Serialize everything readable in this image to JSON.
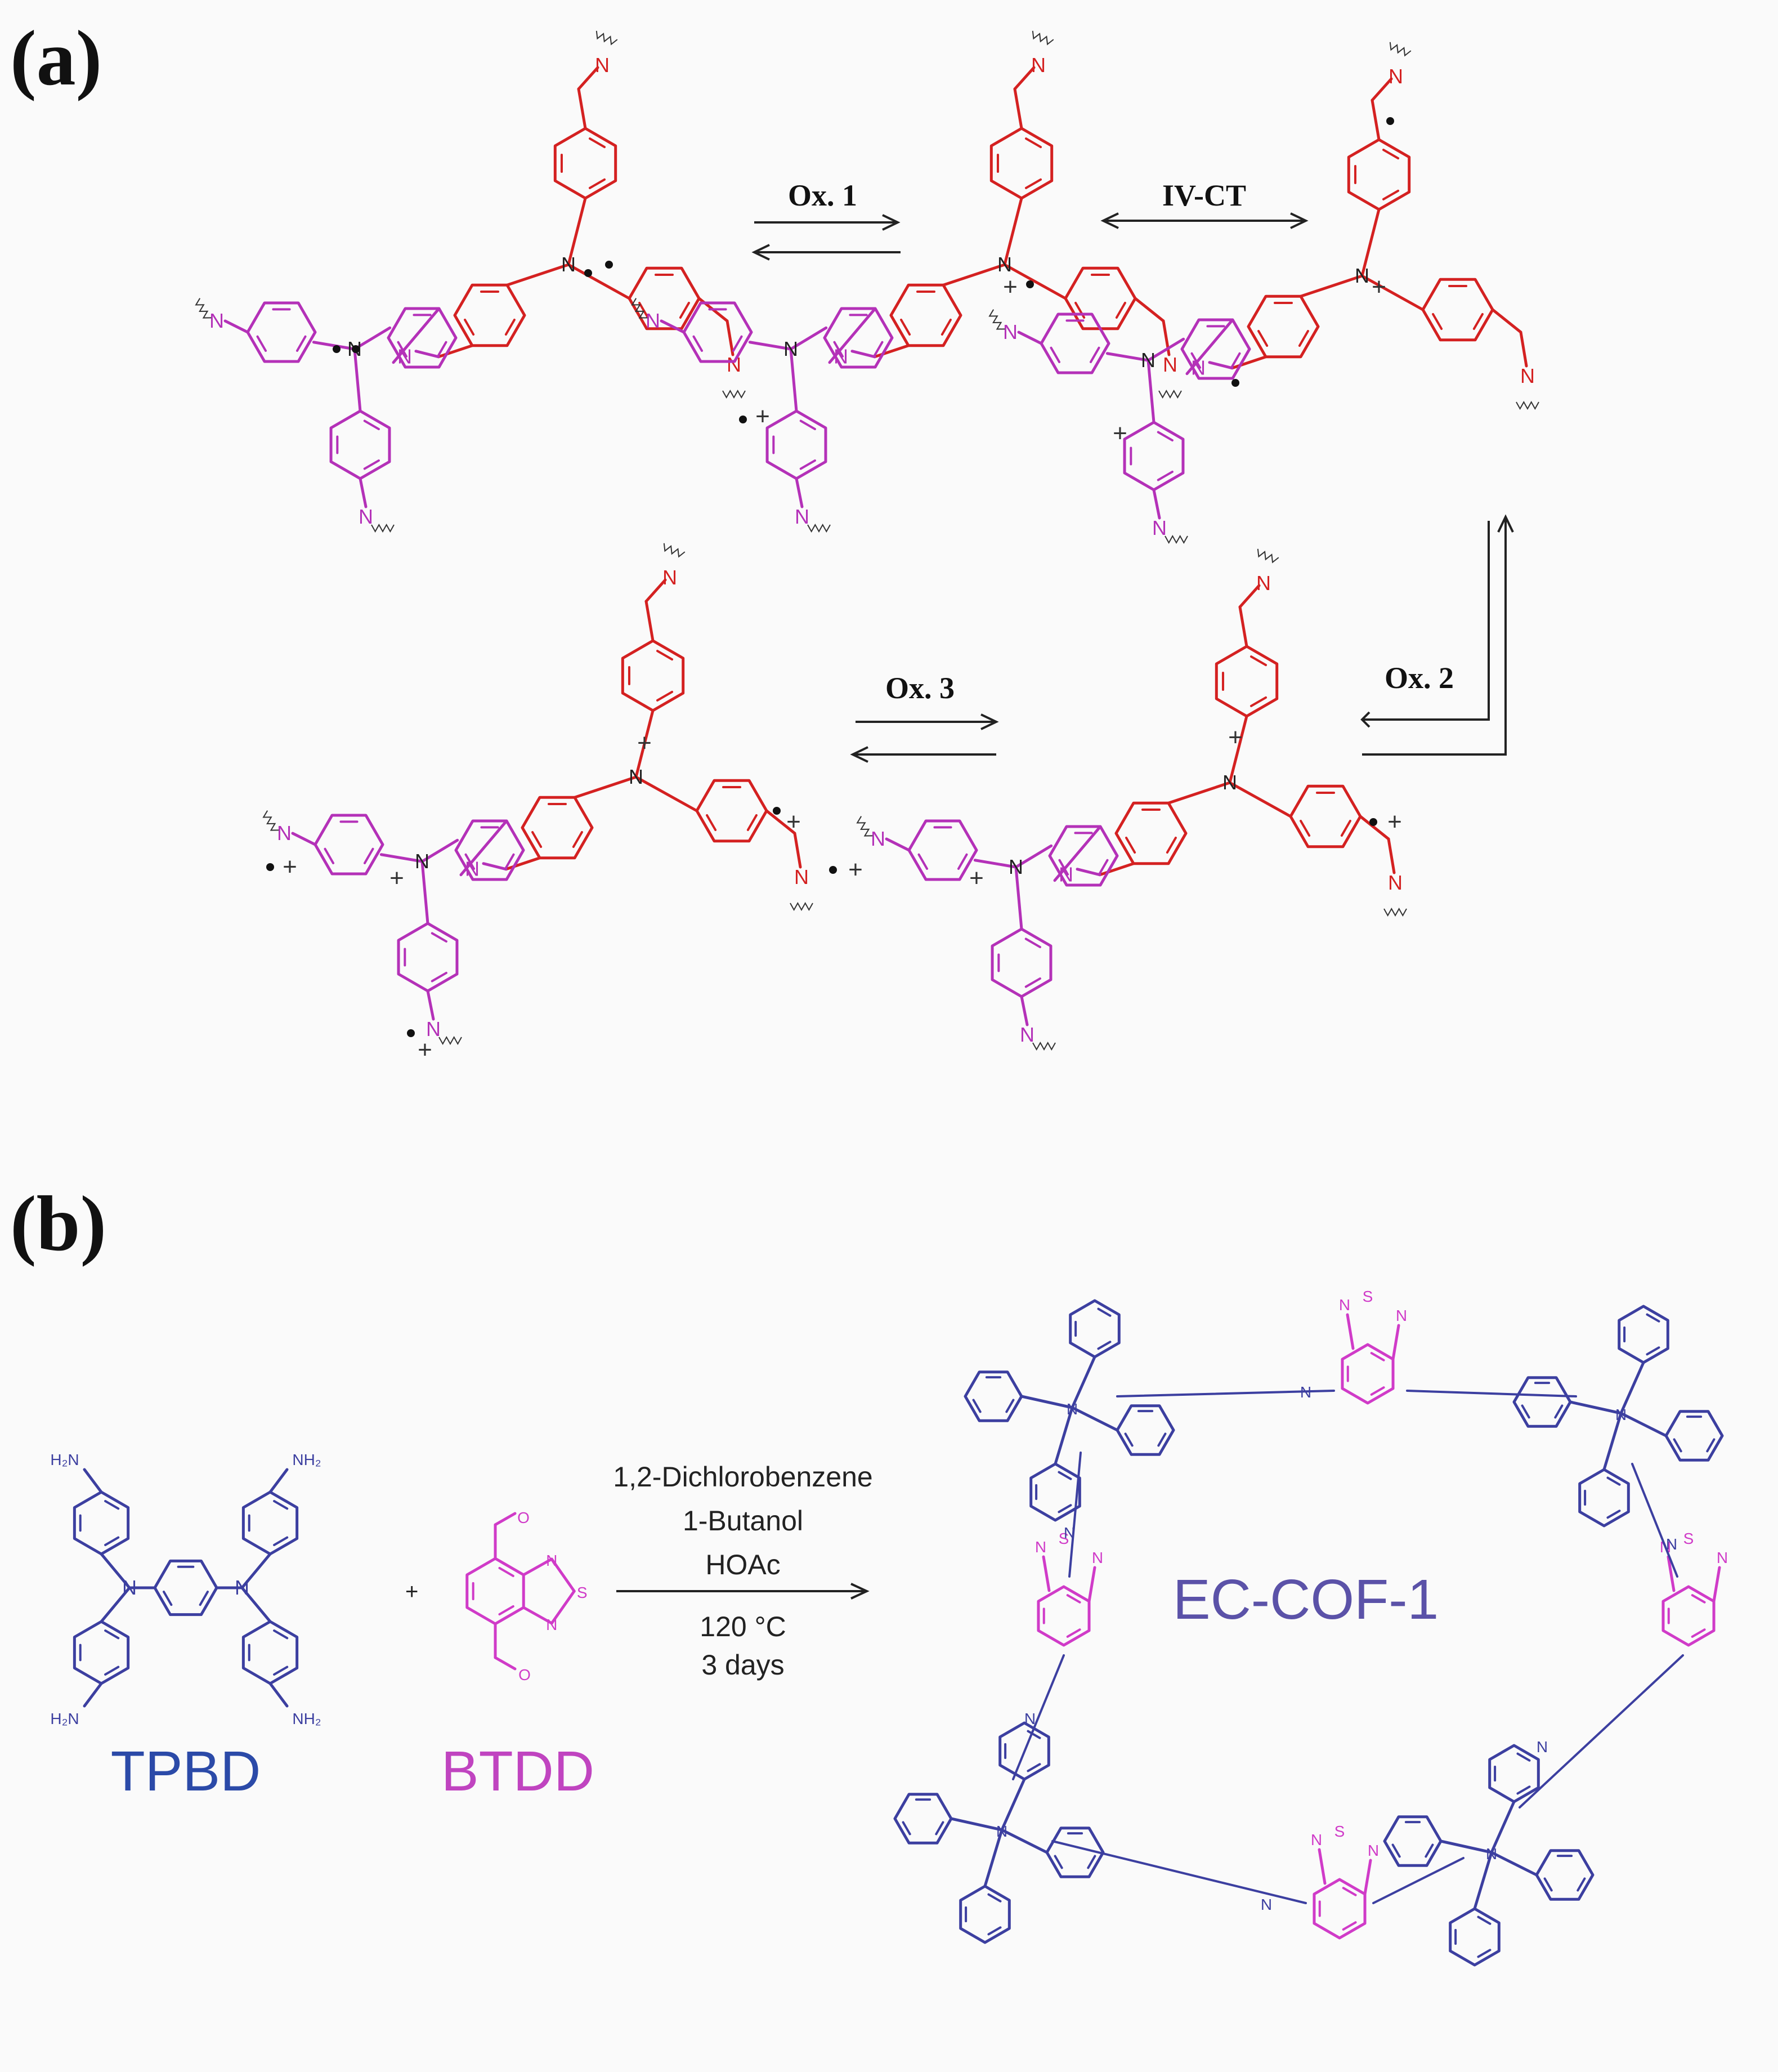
{
  "panels": {
    "a": {
      "label": "(a)",
      "arrows": {
        "ox1": "Ox. 1",
        "ivct": "IV-CT",
        "ox2": "Ox. 2",
        "ox3": "Ox. 3"
      }
    },
    "b": {
      "label": "(b)",
      "reactant1": "TPBD",
      "reactant2": "BTDD",
      "plus": "+",
      "conditions": [
        "1,2-Dichlorobenzene",
        "1-Butanol",
        "HOAc",
        "120 °C",
        "3 days"
      ],
      "product": "EC-COF-1"
    }
  },
  "atoms": {
    "N": "N",
    "S": "S",
    "O": "O",
    "NH2": "NH₂",
    "H2N": "H₂N"
  },
  "colors": {
    "red": "#d42121",
    "magenta": "#b431b8",
    "blue": "#3c3fa0",
    "pink": "#d03bc8",
    "purple_text": "#5b52a8",
    "tpbd_text": "#2b4aa8",
    "btdd_text": "#c044c0"
  }
}
